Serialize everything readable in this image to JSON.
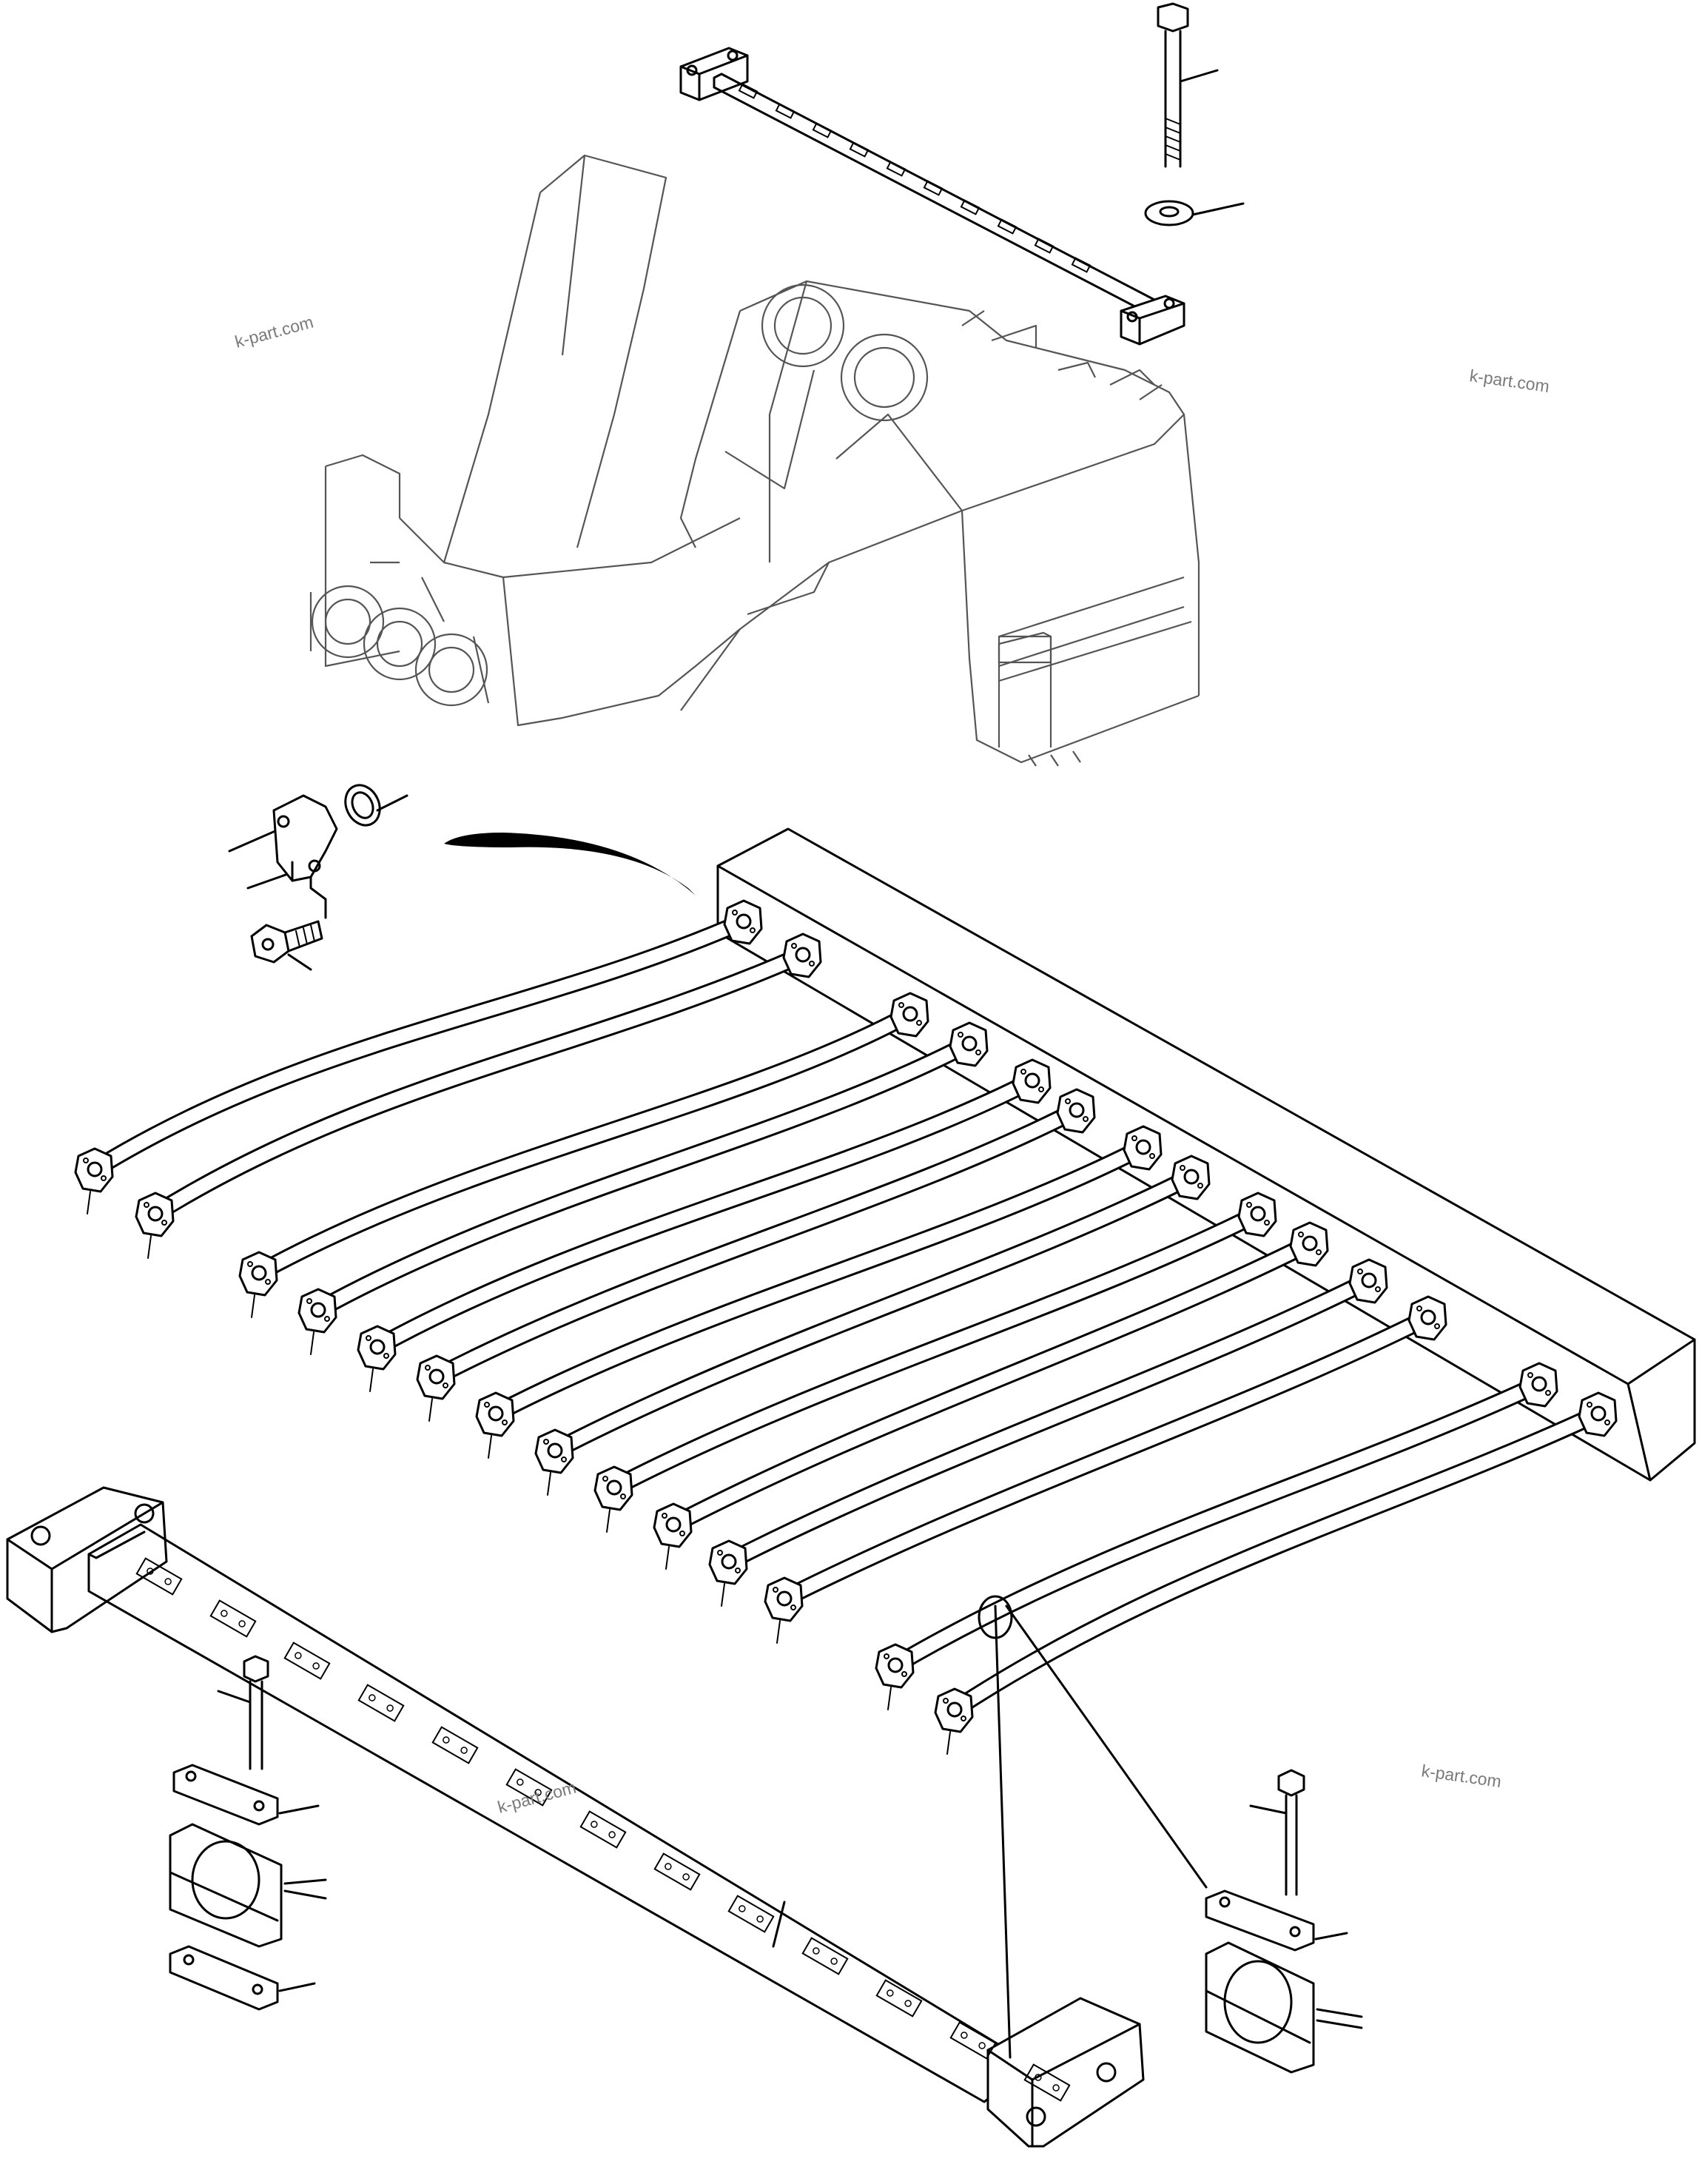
{
  "watermarks": [
    {
      "text": "k-part.com"
    },
    {
      "text": "k-part.com"
    },
    {
      "text": "k-part.com"
    },
    {
      "text": "k-part.com"
    }
  ],
  "colors": {
    "line": "#000000",
    "ghost_line": "#555555",
    "watermark": "#7a7a7a",
    "background": "#ffffff"
  }
}
